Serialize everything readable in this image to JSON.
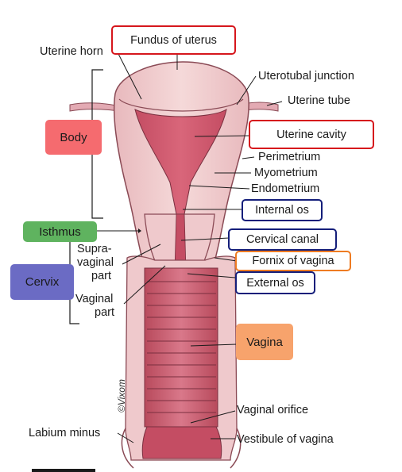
{
  "labels": {
    "fundus_of_uterus": "Fundus of uterus",
    "uterine_horn": "Uterine horn",
    "uterotubal_junction": "Uterotubal junction",
    "uterine_tube": "Uterine tube",
    "uterine_cavity": "Uterine cavity",
    "perimetrium": "Perimetrium",
    "myometrium": "Myometrium",
    "endometrium": "Endometrium",
    "internal_os": "Internal os",
    "cervical_canal": "Cervical canal",
    "fornix_of_vagina": "Fornix of vagina",
    "external_os": "External os",
    "vagina": "Vagina",
    "vaginal_orifice": "Vaginal orifice",
    "vestibule_of_vagina": "Vestibule of vagina",
    "labium_minus": "Labium minus",
    "supravaginal_part_line1": "Supra-",
    "supravaginal_part_line2": "vaginal",
    "supravaginal_part_line3": "part",
    "vaginal_part_line1": "Vaginal",
    "vaginal_part_line2": "part",
    "body": "Body",
    "isthmus": "Isthmus",
    "cervix": "Cervix",
    "signature": "©Vixom"
  },
  "colors": {
    "body_fill": "#f56b6f",
    "isthmus_fill": "#5fb35f",
    "cervix_fill": "#6b6bc4",
    "vagina_fill": "#f7a36c",
    "red_outline": "#d6161c",
    "navy_outline": "#141e7a",
    "orange_outline": "#ee7b22"
  }
}
